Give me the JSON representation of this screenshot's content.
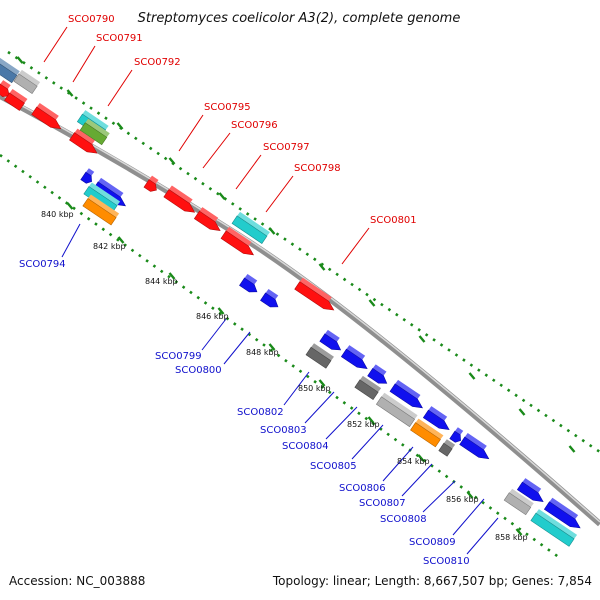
{
  "header": {
    "title": "Streptomyces coelicolor A3(2), complete genome"
  },
  "footer": {
    "accession": "Accession: NC_003888",
    "topology": "Topology: linear; Length: 8,667,507 bp; Genes: 7,854"
  },
  "colors": {
    "forward": "#ff1010",
    "reverse": "#1010ee",
    "cyan": "#22cccc",
    "orange": "#ff8c00",
    "green": "#66aa33",
    "gray": "#b0b0b0",
    "dark_gray": "#666666",
    "steel": "#4a78a8",
    "backbone": "#8f8f8f",
    "top_label": "#e00000",
    "bottom_label": "#1010cc",
    "dotted": "#1a8a1a"
  },
  "kbp_labels": [
    "840 kbp",
    "842 kbp",
    "844 kbp",
    "846 kbp",
    "848 kbp",
    "850 kbp",
    "852 kbp",
    "854 kbp",
    "856 kbp",
    "858 kbp"
  ],
  "top_genes": [
    "SCO0790",
    "SCO0791",
    "SCO0792",
    "SCO0795",
    "SCO0796",
    "SCO0797",
    "SCO0798",
    "SCO0801"
  ],
  "bottom_genes": [
    "SCO0794",
    "SCO0799",
    "SCO0800",
    "SCO0802",
    "SCO0803",
    "SCO0804",
    "SCO0805",
    "SCO0806",
    "SCO0807",
    "SCO0808",
    "SCO0809",
    "SCO0810"
  ]
}
